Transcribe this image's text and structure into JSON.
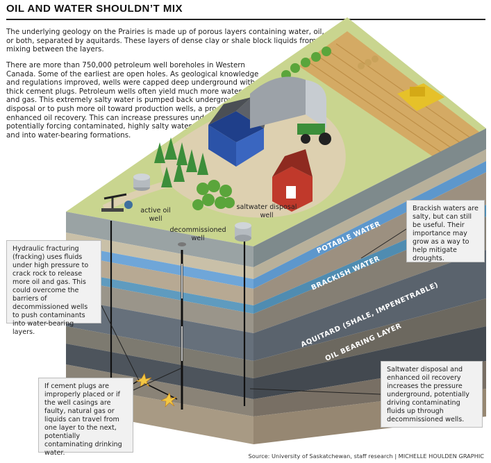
{
  "title": "OIL AND WATER SHOULDN’T MIX",
  "intro": "The underlying geology on the Prairies is made up of porous layers containing water, oil, or both, separated by aquitards. These layers of dense clay or shale block liquids from mixing between the layers.",
  "body": "There are more than 750,000 petroleum well boreholes in Western Canada. Some of the earliest are open holes. As geological knowledge and regulations improved, wells were capped deep underground with thick cement plugs. Petroleum wells often yield much more water than oil and gas. This extremely salty water is pumped back underground for disposal or to push more oil toward production wells, a process called enhanced oil recovery. This can increase pressures underground, potentially forcing contaminated, highly salty water through old boreholes and into water-bearing formations.",
  "labels": {
    "active_oil_well": "active oil well",
    "decommissioned_well": "decommissioned well",
    "saltwater_disposal_well": "saltwater disposal well"
  },
  "layers": {
    "potable_water": "POTABLE WATER",
    "brackish_water": "BRACKISH WATER",
    "aquitard": "AQUITARD (SHALE, IMPENETRABLE)",
    "oil_bearing": "OIL BEARING LAYER"
  },
  "callouts": {
    "fracking": "Hydraulic fracturing (fracking) uses fluids under high pressure to crack rock to release more oil and gas. This could overcome the barriers of decommissioned wells to push contaminants into water-bearing layers.",
    "brackish": "Brackish waters are salty, but can still be useful. Their importance may grow as a way to help mitigate droughts.",
    "cement": "If cement plugs are improperly placed or if the well casings are faulty, natural gas or liquids can travel from one layer to the next, potentially contaminating drinking water.",
    "saltwater": "Saltwater disposal and enhanced oil recovery increases the pressure underground, potentially driving contaminating fluids up through decommissioned wells."
  },
  "source": "Source: University of Saskatchewan, staff research | MICHELLE HOULDEN GRAPHIC",
  "colors": {
    "surface_grass": "#c9d58f",
    "dirt": "#d8caa8",
    "field_stripes": "#c79a55",
    "potable_band": "#6fa6d8",
    "brackish_band": "#5f9bbf",
    "aquitard": "#66707b",
    "oil_bearing": "#4d545c",
    "callout_bg": "#f1f1f1"
  }
}
